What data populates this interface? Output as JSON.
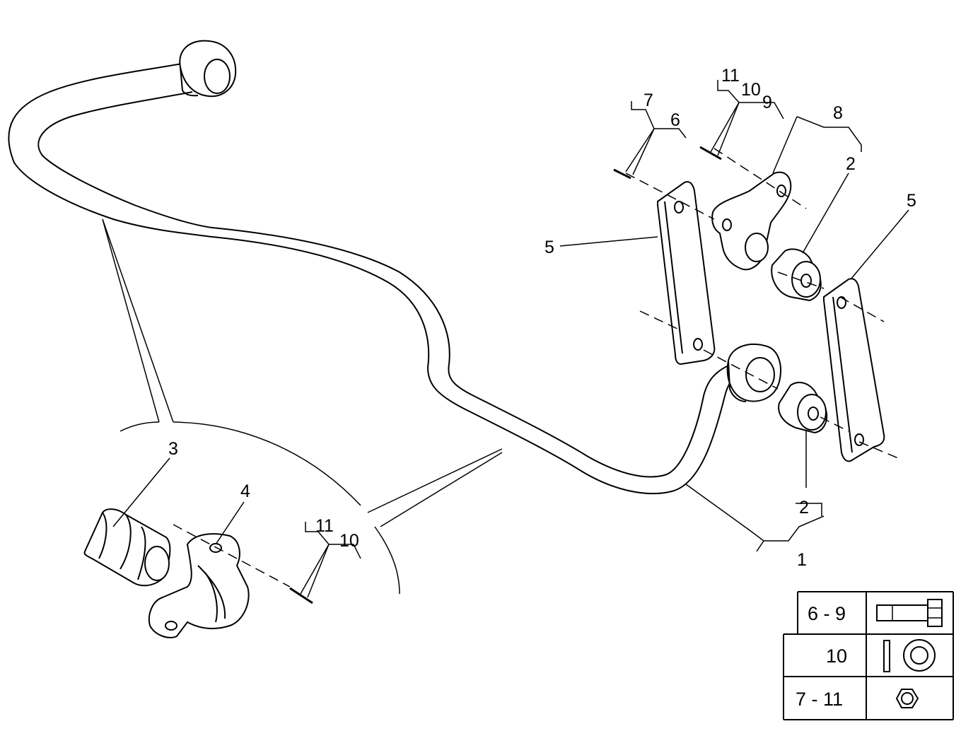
{
  "callouts": {
    "c1": "1",
    "c2a": "2",
    "c2b": "2",
    "c3": "3",
    "c4": "4",
    "c5a": "5",
    "c5b": "5",
    "c6": "6",
    "c7": "7",
    "c8": "8",
    "c9": "9",
    "c10a": "10",
    "c11a": "11",
    "c10b": "10",
    "c11b": "11"
  },
  "legend": {
    "rows": [
      {
        "label": "6 - 9",
        "icon": "bolt-icon"
      },
      {
        "label": "10",
        "icon": "washer-icon"
      },
      {
        "label": "7 - 11",
        "icon": "nut-icon"
      }
    ]
  }
}
